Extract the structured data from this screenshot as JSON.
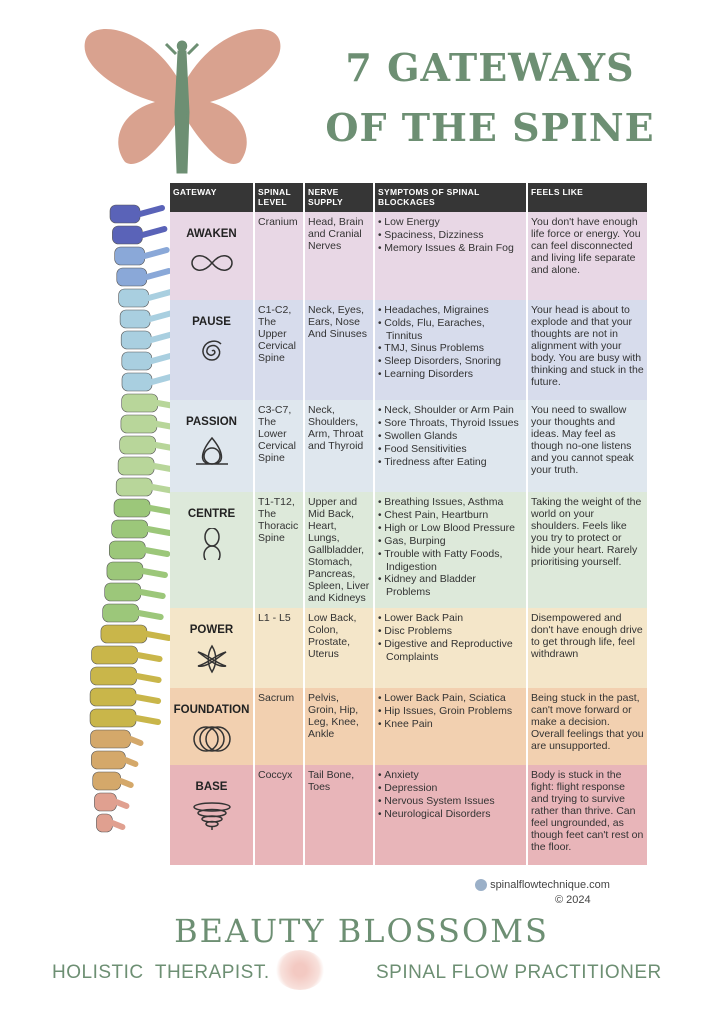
{
  "title": {
    "line1": "7 GATEWAYS",
    "line2": "OF THE SPINE"
  },
  "colors": {
    "title": "#6d8f73",
    "butterfly": "#d9a28f",
    "header": "#363636"
  },
  "table": {
    "headers": [
      "GATEWAY",
      "SPINAL LEVEL",
      "NERVE SUPPLY",
      "SYMPTOMS OF SPINAL BLOCKAGES",
      "FEELS LIKE"
    ],
    "rows": [
      {
        "gateway": "AWAKEN",
        "icon": "infinity-icon",
        "color": "#e8d7e5",
        "level": "Cranium",
        "nerve": "Head, Brain and Cranial Nerves",
        "symptoms": [
          "Low Energy",
          "Spaciness, Dizziness",
          "Memory Issues & Brain Fog"
        ],
        "feels": "You don't have enough life force or energy. You can feel disconnected and living life separate and alone."
      },
      {
        "gateway": "PAUSE",
        "icon": "spiral-icon",
        "color": "#d7dcec",
        "level": "C1-C2, The Upper Cervical Spine",
        "nerve": "Neck, Eyes, Ears, Nose And Sinuses",
        "symptoms": [
          "Headaches, Migraines",
          "Colds, Flu, Earaches, Tinnitus",
          "TMJ, Sinus Problems",
          "Sleep Disorders, Snoring",
          "Learning Disorders"
        ],
        "feels": "Your head is about to explode and that your thoughts are not in alignment with your body. You are busy with thinking and stuck in the future."
      },
      {
        "gateway": "PASSION",
        "icon": "triquetra-icon",
        "color": "#dfe7ee",
        "level": "C3-C7, The Lower Cervical Spine",
        "nerve": "Neck, Shoulders, Arm, Throat and Thyroid",
        "symptoms": [
          "Neck, Shoulder or Arm Pain",
          "Sore Throats, Thyroid Issues",
          "Swollen Glands",
          "Food Sensitivities",
          "Tiredness after Eating"
        ],
        "feels": "You need to swallow your thoughts and ideas. May feel as though no-one listens and you cannot speak your truth."
      },
      {
        "gateway": "CENTRE",
        "icon": "figure-eight-icon",
        "color": "#dde9da",
        "level": "T1-T12, The Thoracic Spine",
        "nerve": "Upper and Mid Back, Heart, Lungs, Gallbladder, Stomach, Pancreas, Spleen, Liver and Kidneys",
        "symptoms": [
          "Breathing Issues, Asthma",
          "Chest Pain, Heartburn",
          "High or Low Blood Pressure",
          "Gas, Burping",
          "Trouble with Fatty Foods, Indigestion",
          "Kidney and Bladder Problems"
        ],
        "feels": "Taking the weight of the world on your shoulders. Feels like you try to protect or hide your heart. Rarely prioritising yourself."
      },
      {
        "gateway": "POWER",
        "icon": "flower-icon",
        "color": "#f4e6c9",
        "level": "L1 - L5",
        "nerve": "Low Back, Colon, Prostate, Uterus",
        "symptoms": [
          "Lower Back Pain",
          "Disc Problems",
          "Digestive and Reproductive Complaints"
        ],
        "feels": "Disempowered and don't have enough drive to get through life, feel withdrawn"
      },
      {
        "gateway": "FOUNDATION",
        "icon": "rings-icon",
        "color": "#f2d0b0",
        "level": "Sacrum",
        "nerve": "Pelvis, Groin, Hip, Leg, Knee, Ankle",
        "symptoms": [
          "Lower Back Pain, Sciatica",
          "Hip Issues, Groin Problems",
          "Knee Pain"
        ],
        "feels": "Being stuck in the past, can't move forward or make a decision. Overall feelings that you are unsupported."
      },
      {
        "gateway": "BASE",
        "icon": "vortex-icon",
        "color": "#e8b5b9",
        "level": "Coccyx",
        "nerve": "Tail Bone, Toes",
        "symptoms": [
          "Anxiety",
          "Depression",
          "Nervous System Issues",
          "Neurological Disorders"
        ],
        "feels": "Body is stuck in the fight: flight response and trying to survive rather than thrive. Can feel ungrounded, as though feet can't rest on the floor."
      }
    ]
  },
  "credit": {
    "site": "spinalflowtechnique.com",
    "copyright": "© 2024"
  },
  "footer": {
    "brand": "BEAUTY BLOSSOMS",
    "left": "HOLISTIC  THERAPIST.",
    "right": "SPINAL FLOW PRACTITIONER"
  }
}
